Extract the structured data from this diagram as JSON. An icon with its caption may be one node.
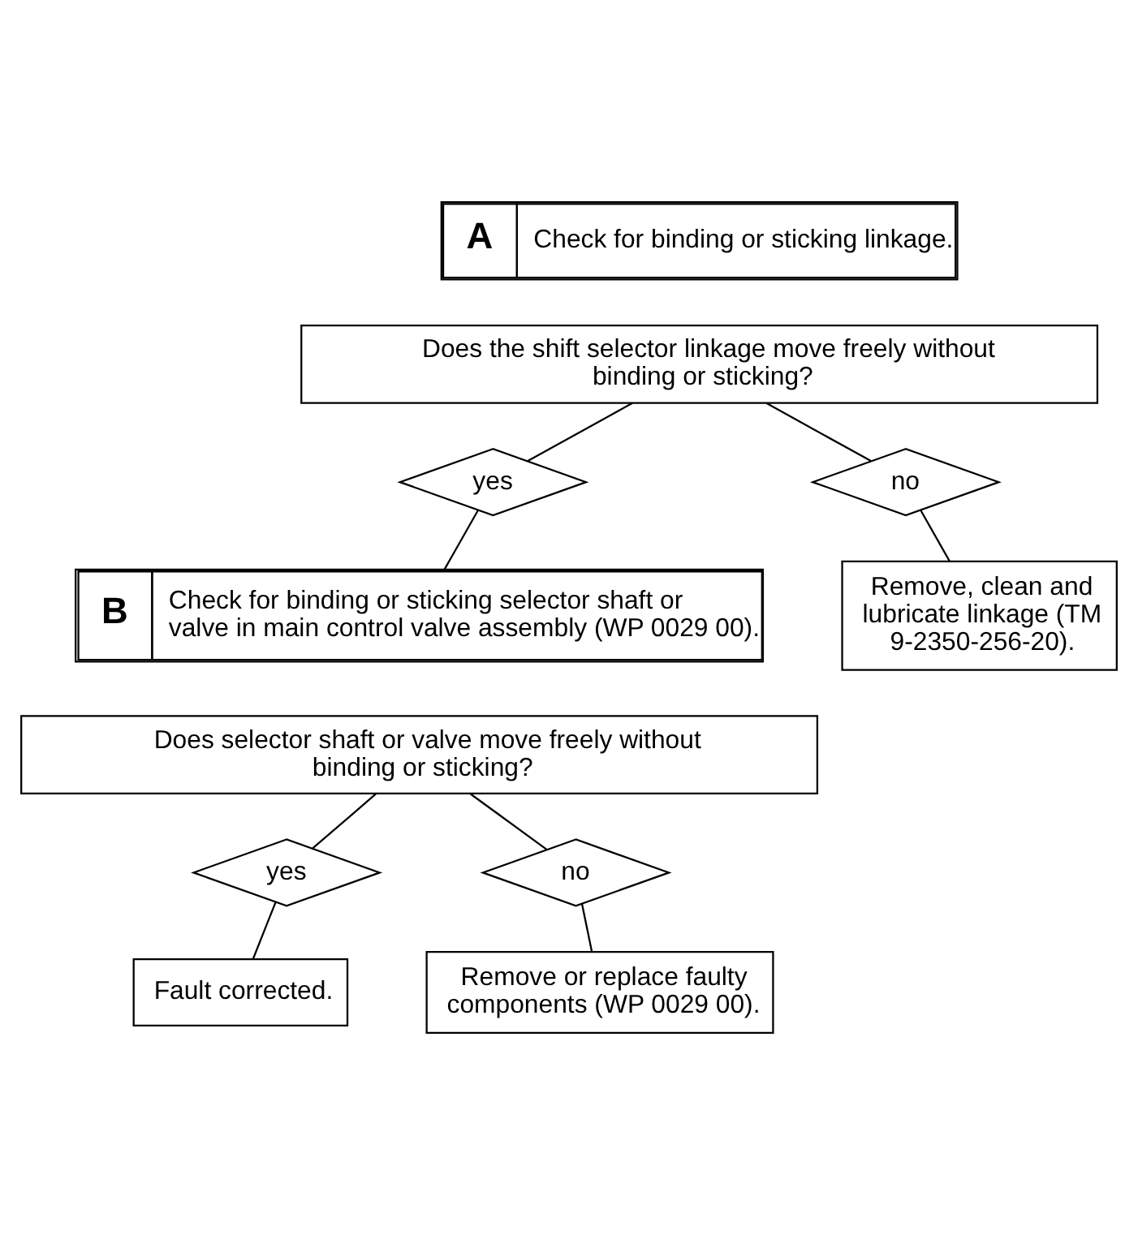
{
  "diagram": {
    "nodes": [
      {
        "text": [
          "A",
          "Check for binding or sticking linkage."
        ]
      },
      {
        "text": [
          "Does the shift selector linkage move freely without binding or sticking?"
        ]
      },
      {
        "text": [
          "yes"
        ]
      },
      {
        "text": [
          "no"
        ]
      },
      {
        "text": [
          "Remove, clean and lubricate linkage (TM 9-2350-256-20)."
        ]
      },
      {
        "text": [
          "B",
          "Check for binding or sticking selector shaft or valve in main control valve assembly (WP 0029 00)."
        ]
      },
      {
        "text": [
          "Does selector shaft or valve move freely without binding or sticking?"
        ]
      },
      {
        "text": [
          "yes"
        ]
      },
      {
        "text": [
          "no"
        ]
      },
      {
        "text": [
          "Fault corrected."
        ]
      },
      {
        "text": [
          "Remove or replace faulty components (WP 0029 00)."
        ]
      }
    ],
    "edges": [
      {
        "from": 1,
        "to": 2,
        "arrow": "none"
      },
      {
        "from": 1,
        "to": 3,
        "arrow": "none"
      },
      {
        "from": 3,
        "to": 4,
        "arrow": "none"
      },
      {
        "from": 2,
        "to": 5,
        "arrow": "none"
      },
      {
        "from": 6,
        "to": 7,
        "arrow": "none"
      },
      {
        "from": 6,
        "to": 8,
        "arrow": "none"
      },
      {
        "from": 7,
        "to": 9,
        "arrow": "none"
      },
      {
        "from": 8,
        "to": 10,
        "arrow": "none"
      }
    ]
  }
}
